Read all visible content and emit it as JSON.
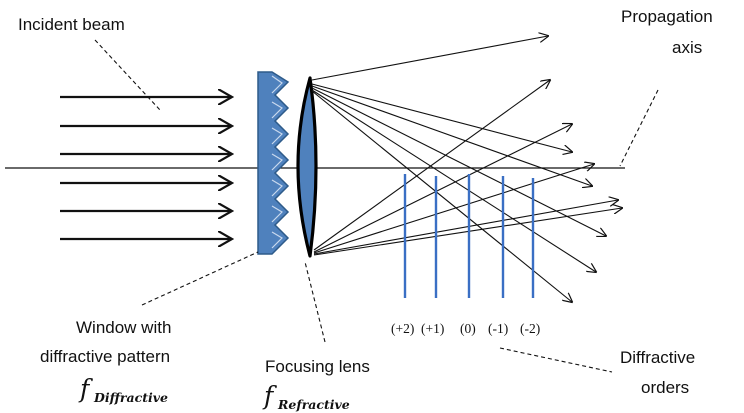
{
  "labels": {
    "incident_beam": "Incident beam",
    "propagation_line1": "Propagation",
    "propagation_line2": "axis",
    "window_line1": "Window with",
    "window_line2": "diffractive pattern",
    "window_symbol": "f",
    "window_subscript": "Diffractive",
    "lens_line1": "Focusing lens",
    "lens_symbol": "f",
    "lens_subscript": "Refractive",
    "orders_line1": "Diffractive",
    "orders_line2": "orders"
  },
  "orders": [
    "(+2)",
    "(+1)",
    "(0)",
    "(-1)",
    "(-2)"
  ],
  "colors": {
    "ink": "#111111",
    "component_fill": "#4f81bd",
    "component_stroke": "#2e5b8a",
    "order_line": "#3a6fc4"
  }
}
